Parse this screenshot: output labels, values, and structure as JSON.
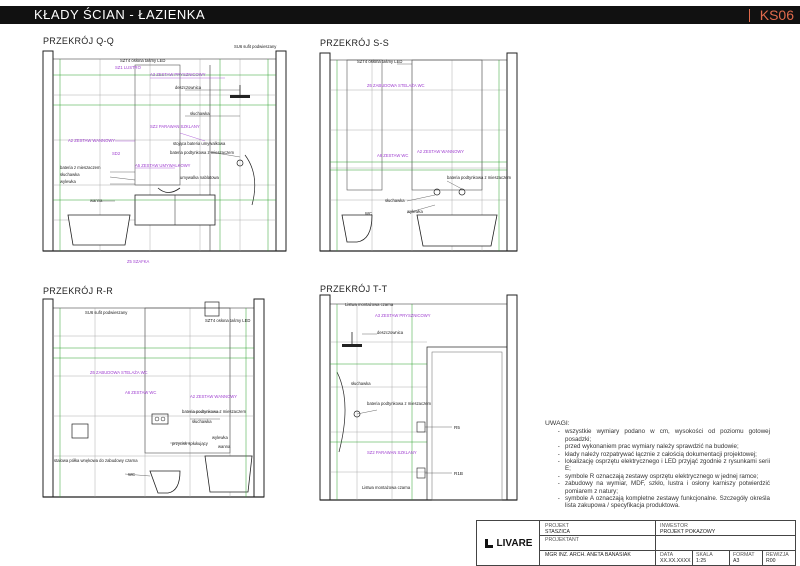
{
  "header": {
    "title": "KŁADY ŚCIAN - ŁAZIENKA",
    "code": "KS06"
  },
  "sections": {
    "qq": {
      "title": "PRZEKRÓJ Q-Q",
      "labels": {
        "su6": "SU6 sufit podwieszany",
        "szt4": "SZT4 osłona taśmy LED",
        "sz1": "SZ1 LUSTRO",
        "a3": "A3 ZESTAW PRYSZNICOWY",
        "deszcz": "deszczownica",
        "sluchawka": "słuchawka",
        "sz2": "SZ2 PARAWAN SZKLANY",
        "a2": "A2 ZESTAW WANNOWY",
        "sd2": "SD2",
        "stojaca": "stojąca bateria umywalkowa",
        "bateria_pod": "bateria podtynkowa z mieszaczem",
        "a5": "A5 ZESTAW UMYWALKOWY",
        "bateria_mies": "bateria z mieszaczem",
        "sluchawka2": "słuchawka",
        "wylewka": "wylewka",
        "umywalka": "umywalka nablatowa",
        "wanna": "wanna",
        "z5": "Z5 SZAFKA"
      }
    },
    "ss": {
      "title": "PRZEKRÓJ S-S",
      "labels": {
        "szt4": "SZT4 osłona taśmy LED",
        "z6": "Z6 ZABUDOWA STELAŻA WC",
        "a6": "A6 ZESTAW WC",
        "a2": "A2 ZESTAW WANNOWY",
        "bateria_pod": "bateria podtynkowa z mieszaczem",
        "sluchawka": "słuchawka",
        "wylewka": "wylewka",
        "wc": "WC"
      }
    },
    "rr": {
      "title": "PRZEKRÓJ R-R",
      "labels": {
        "su6": "SU6 sufit podwieszany",
        "szt4": "SZT4 osłona taśmy LED",
        "z6": "Z6 ZABUDOWA STELAŻA WC",
        "a6": "A6 ZESTAW WC",
        "a2": "A2 ZESTAW WANNOWY",
        "bateria_pod": "bateria podtynkowa z mieszaczem",
        "sluchawka": "słuchawka",
        "przycisk": "przycisk spłukujący",
        "wylewka": "wylewka",
        "wanna": "wanna",
        "polka": "stalowa półka wnękowa do zabudowy czarna",
        "wc": "WC"
      }
    },
    "tt": {
      "title": "PRZEKRÓJ T-T",
      "labels": {
        "listwa1": "Listwa montażowa czarna",
        "a3": "A3 ZESTAW PRYSZNICOWY",
        "deszcz": "deszczownica",
        "sluchawka": "słuchawka",
        "bateria_pod": "bateria podtynkowa z mieszaczem",
        "sz2": "SZ2 PARAWAN SZKLANY",
        "listwa2": "Listwa montażowa czarna",
        "r5": "R5",
        "r1b": "R1B"
      }
    }
  },
  "notes": {
    "heading": "UWAGI:",
    "items": [
      "wszystkie wymiary podano w cm, wysokości od poziomu gotowej posadzki;",
      "przed wykonaniem prac wymiary należy sprawdzić na budowie;",
      "kłady należy rozpatrywać łącznie z całością dokumentacji projektowej;",
      "lokalizację osprzętu elektrycznego i LED przyjąć zgodnie z rysunkami serii E;",
      "symbole R oznaczają zestawy osprzętu elektrycznego w jednej ramce;",
      "zabudowy na wymiar, MDF, szkło, lustra i osłony karniszy potwierdzić pomiarem z natury;",
      "symbole A oznaczają kompletne zestawy funkcjonalne. Szczegóły określa lista zakupowa / specyfikacja produktowa."
    ]
  },
  "titleblock": {
    "logo": "LIVARE",
    "projekt_label": "PROJEKT",
    "projekt_value": "STASZICA",
    "inwestor_label": "INWESTOR",
    "inwestor_value": "PROJEKT POKAZOWY",
    "projektant_label": "PROJEKTANT",
    "projektant_value": "MGR INZ. ARCH. ANETA BANASIAK",
    "data_label": "DATA",
    "data_value": "XX.XX.XXXX",
    "skala_label": "SKALA",
    "skala_value": "1:25",
    "format_label": "FORMAT",
    "format_value": "A3",
    "rewizja_label": "REWIZJA",
    "rewizja_value": "R00"
  },
  "colors": {
    "label": "#a040d0",
    "dim": "#2aa02a",
    "line": "#222222",
    "accent": "#e06a4c"
  }
}
